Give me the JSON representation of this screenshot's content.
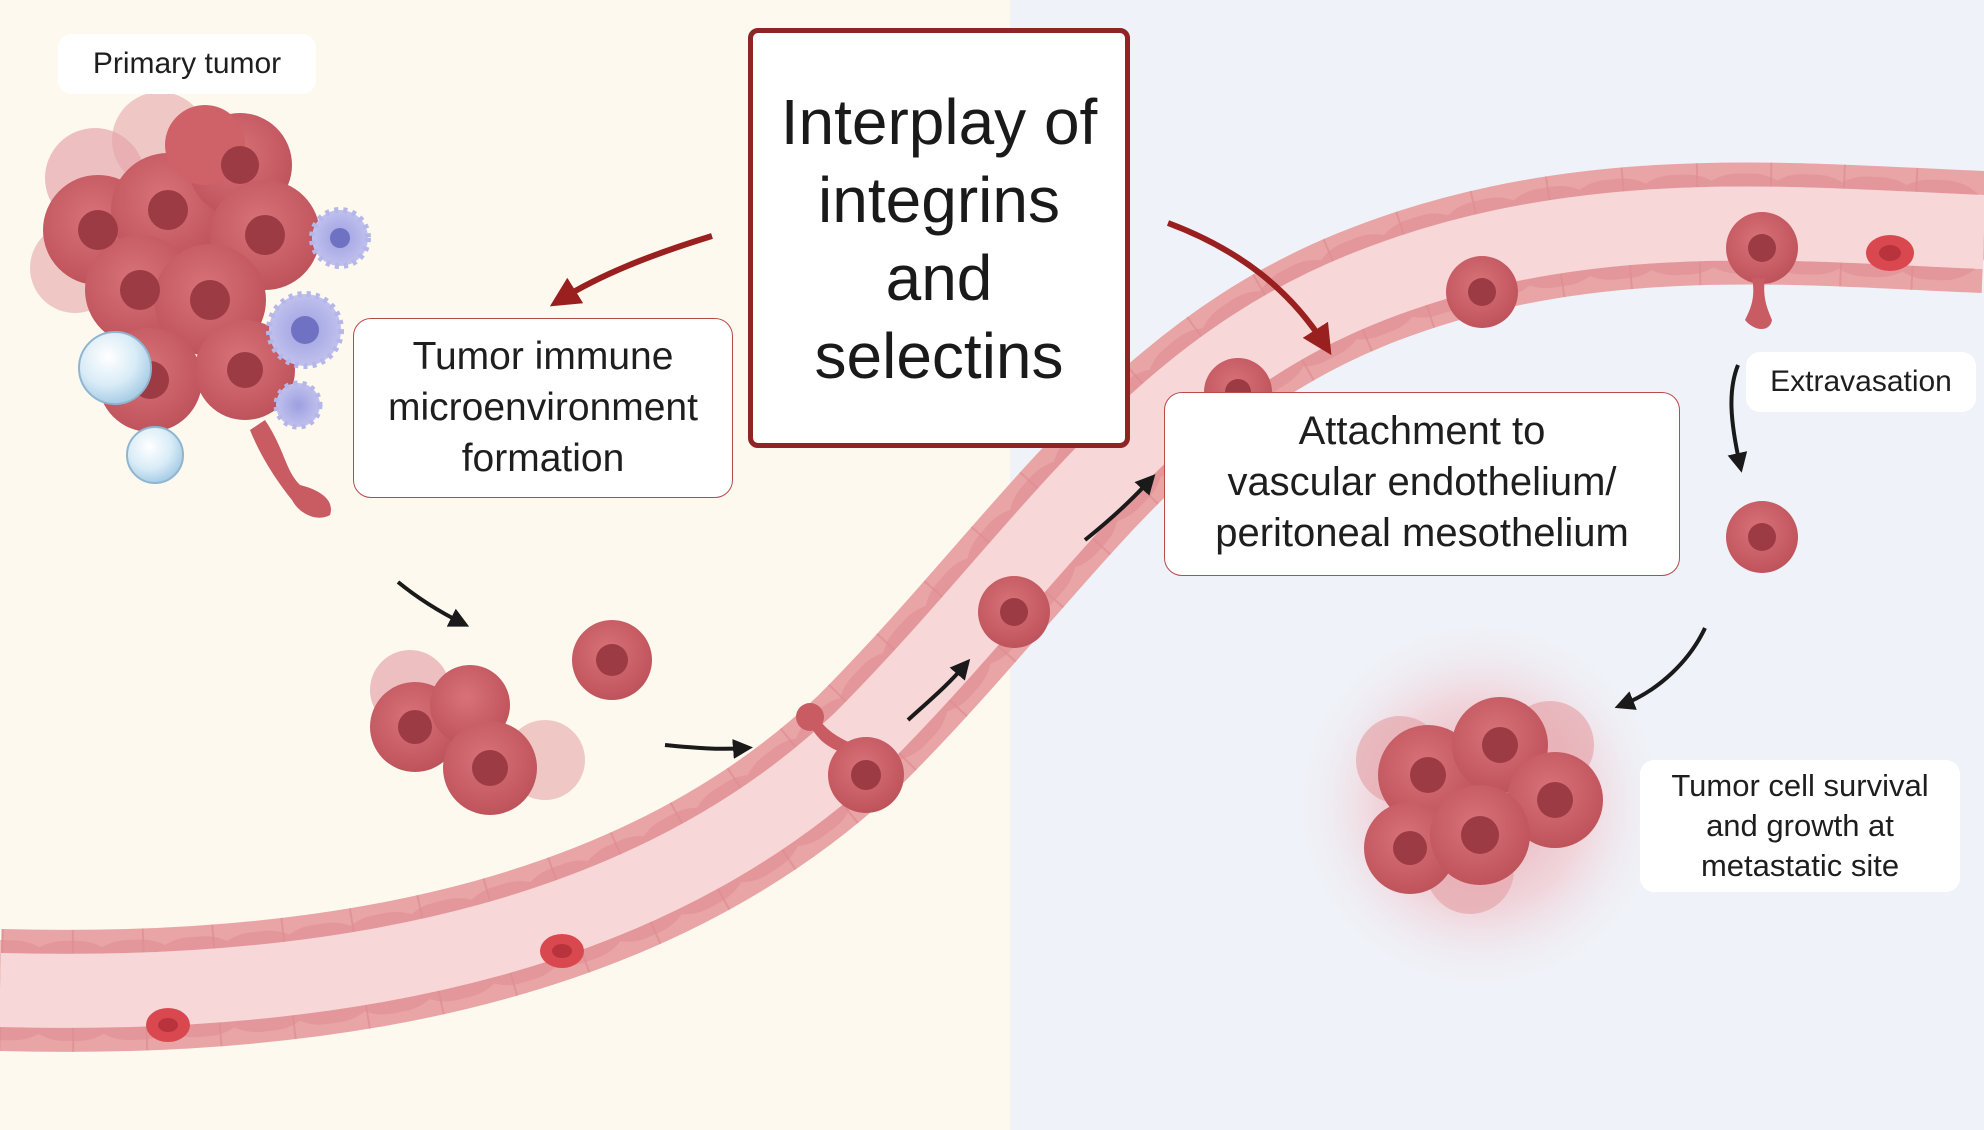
{
  "diagram": {
    "title_lines": [
      "Interplay of",
      "integrins",
      "and",
      "selectins"
    ],
    "primary_tumor_label": "Primary tumor",
    "immune_lines": [
      "Tumor immune",
      "microenvironment",
      "formation"
    ],
    "attachment_lines": [
      "Attachment to",
      "vascular endothelium/",
      "peritoneal mesothelium"
    ],
    "extravasation_label": "Extravasation",
    "survival_lines": [
      "Tumor cell survival",
      "and growth at",
      "metastatic site"
    ]
  },
  "colors": {
    "background_left": "#fdf9ee",
    "background_right": "#eff2f8",
    "vessel_wall": "#e9a4a6",
    "vessel_lumen": "#f6d3d3",
    "tumor_cell": "#c95b62",
    "tumor_nucleus": "#9c3b44",
    "title_border": "#8e2424",
    "arrow_red": "#9a2020",
    "arrow_black": "#1a1a1a"
  }
}
